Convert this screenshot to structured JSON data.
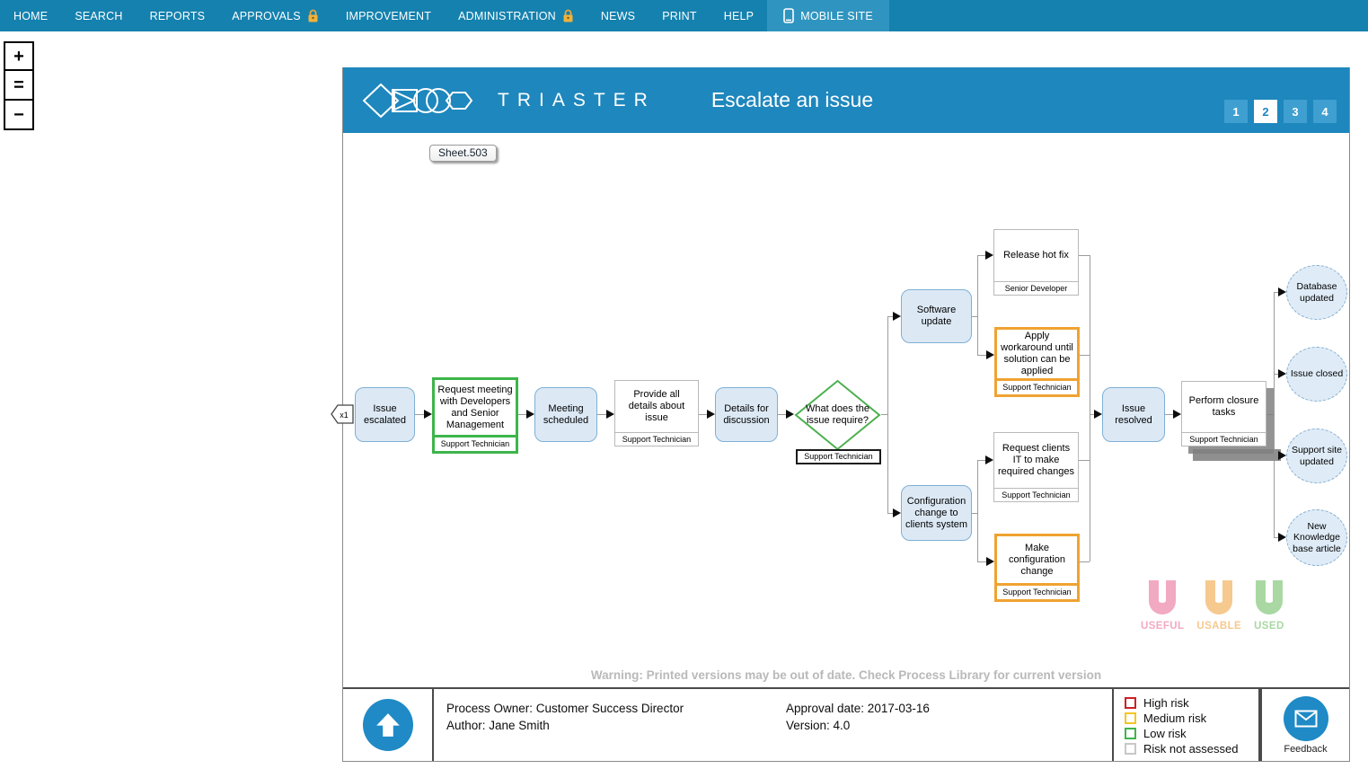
{
  "nav": {
    "items": [
      {
        "label": "HOME"
      },
      {
        "label": "SEARCH"
      },
      {
        "label": "REPORTS"
      },
      {
        "label": "APPROVALS",
        "locked": true
      },
      {
        "label": "IMPROVEMENT"
      },
      {
        "label": "ADMINISTRATION",
        "locked": true
      },
      {
        "label": "NEWS"
      },
      {
        "label": "PRINT"
      },
      {
        "label": "HELP"
      }
    ],
    "mobile_site": "MOBILE SITE"
  },
  "zoom_controls": {
    "zoom_in": "+",
    "zoom_fit": "=",
    "zoom_out": "−"
  },
  "masthead": {
    "brand": "TRIASTER",
    "title": "Escalate an issue",
    "pages": [
      "1",
      "2",
      "3",
      "4"
    ],
    "active_page": "2"
  },
  "sheet_tooltip": "Sheet.503",
  "flow": {
    "connector_in": "x1",
    "issue_escalated": "Issue escalated",
    "request_meeting": {
      "text": "Request meeting with Developers and Senior Management",
      "role": "Support Technician"
    },
    "meeting_scheduled": "Meeting scheduled",
    "provide_details": {
      "text": "Provide all details about issue",
      "role": "Support Technician"
    },
    "details_discussion": "Details for discussion",
    "decision": {
      "text": "What does the issue require?",
      "role": "Support Technician"
    },
    "software_update": "Software update",
    "config_change": "Configuration change to clients system",
    "release_hot_fix": {
      "text": "Release hot fix",
      "role": "Senior Developer"
    },
    "apply_workaround": {
      "text": "Apply workaround until solution can be applied",
      "role": "Support Technician"
    },
    "request_clients_it": {
      "text": "Request clients IT to make required changes",
      "role": "Support Technician"
    },
    "make_config_change": {
      "text": "Make configuration change",
      "role": "Support Technician"
    },
    "issue_resolved": "Issue resolved",
    "perform_closure": {
      "text": "Perform closure tasks",
      "role": "Support Technician"
    },
    "outputs": {
      "database": "Database updated",
      "closed": "Issue closed",
      "support_site": "Support site updated",
      "kb": "New Knowledge base article"
    }
  },
  "watermark": [
    {
      "label": "USEFUL",
      "color": "#F2A9C2"
    },
    {
      "label": "USABLE",
      "color": "#F6C98F"
    },
    {
      "label": "USED",
      "color": "#A9D8A3"
    }
  ],
  "warning": "Warning: Printed versions may be out of date. Check Process Library for current version",
  "footer": {
    "process_owner": "Process Owner: Customer Success Director",
    "author": "Author: Jane Smith",
    "approval_date": "Approval date: 2017-03-16",
    "version": "Version: 4.0",
    "feedback": "Feedback"
  },
  "legend": {
    "items": [
      {
        "label": "High risk",
        "color": "#CC2026"
      },
      {
        "label": "Medium risk",
        "color": "#F3C623"
      },
      {
        "label": "Low risk",
        "color": "#3DB54A"
      },
      {
        "label": "Risk not assessed",
        "color": "#C8C8C8"
      }
    ]
  }
}
